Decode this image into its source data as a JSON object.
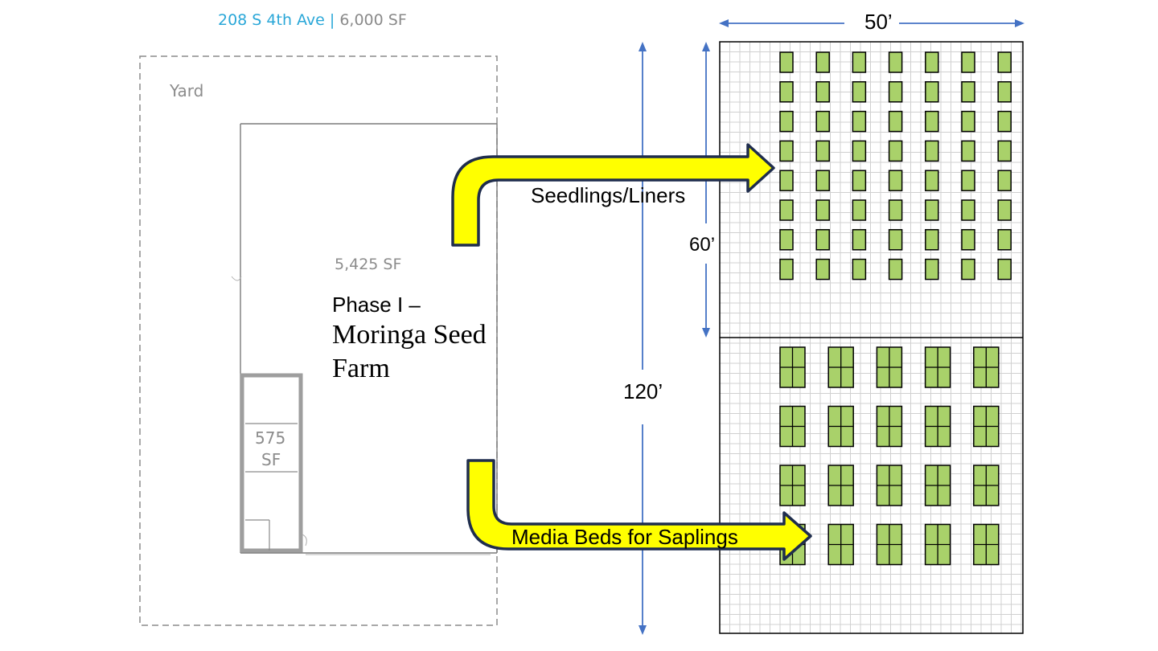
{
  "title": {
    "address": "208 S 4th Ave",
    "separator": "|",
    "size": "6,000 SF"
  },
  "floor_plan": {
    "yard_label": "Yard",
    "main_area_label": "5,425 SF",
    "room_label_line1": "575",
    "room_label_line2": "SF",
    "phase_label_line1": "Phase I –",
    "phase_label_line2": "Moringa Seed",
    "phase_label_line3": "Farm"
  },
  "arrows": {
    "seedlings_label": "Seedlings/Liners",
    "media_beds_label": "Media Beds for Saplings",
    "fill_color": "#ffff00",
    "stroke_color": "#1f2d4d"
  },
  "dimensions": {
    "width_label": "50’",
    "height_60_label": "60’",
    "height_120_label": "120’",
    "arrow_color": "#4472c4"
  },
  "grid": {
    "bed_fill_color": "#a9d16a",
    "grid_line_color": "#d0d0d0",
    "seedling_rows": 8,
    "seedling_cols": 7,
    "sapling_rows": 4,
    "sapling_cols": 5
  }
}
